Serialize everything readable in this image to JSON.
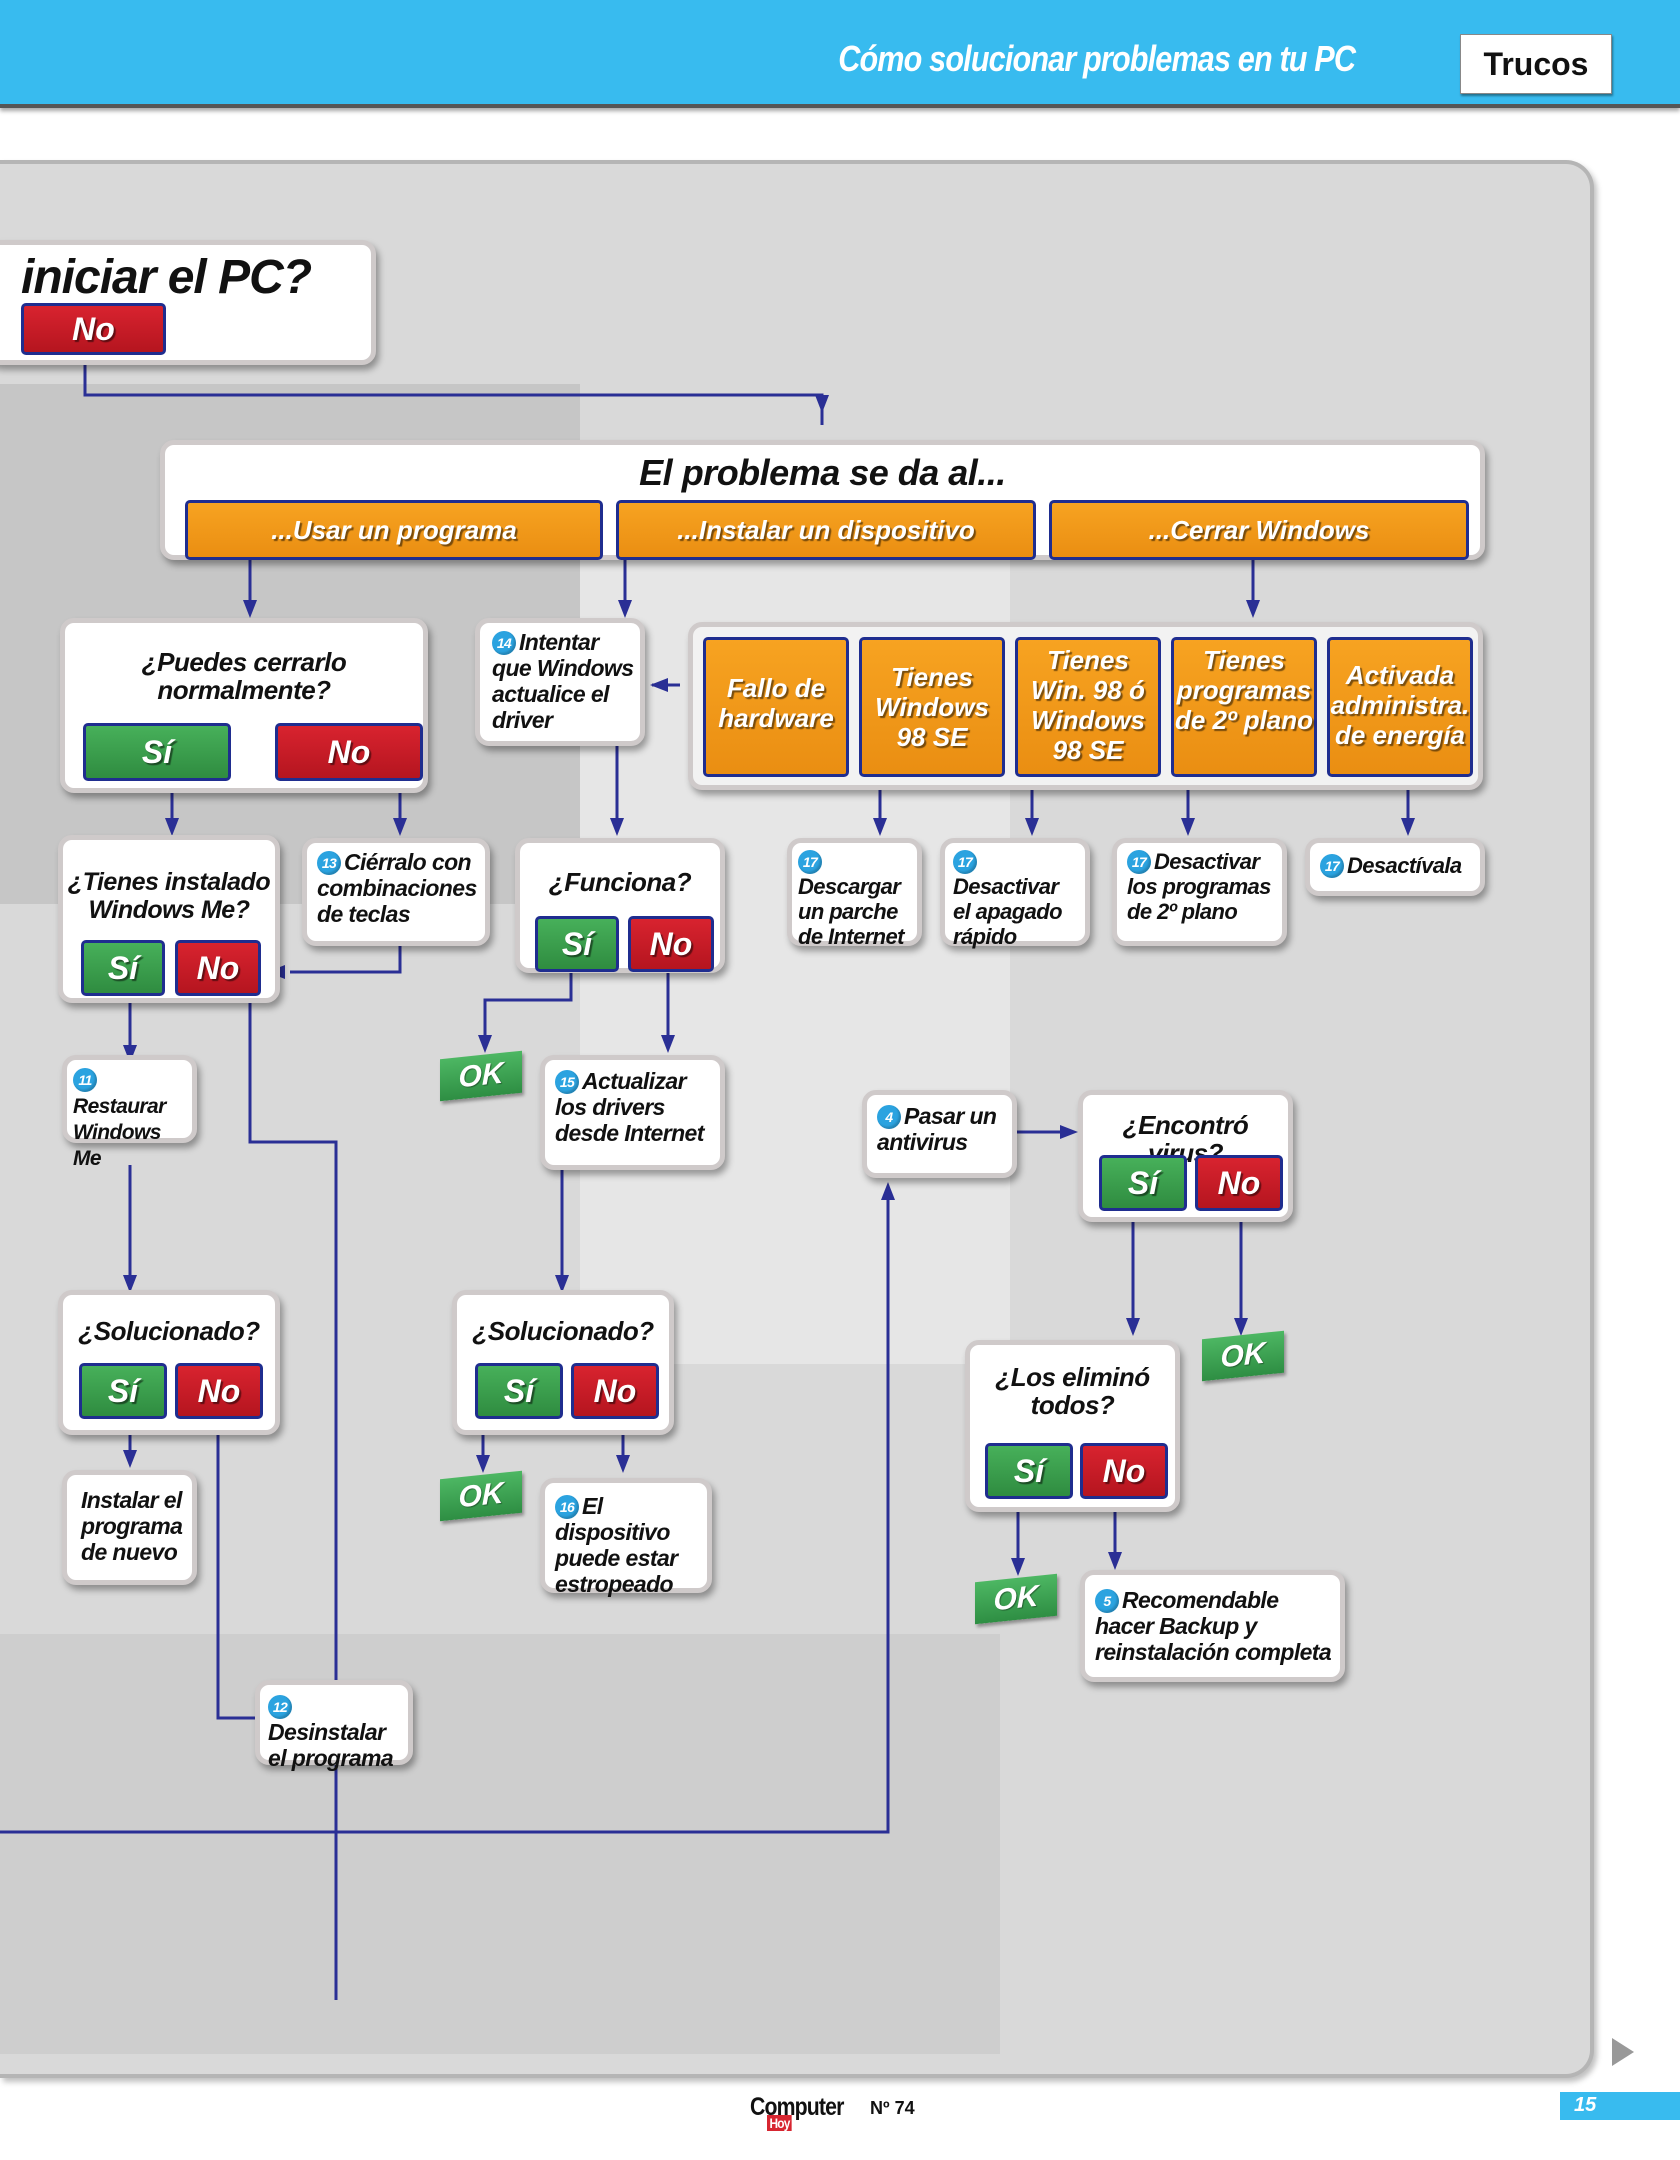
{
  "header": {
    "title": "Cómo solucionar problemas en tu PC",
    "section_tag": "Trucos",
    "bar_color": "#38bbef"
  },
  "flowchart": {
    "start": {
      "question": "iniciar el PC?",
      "no": "No"
    },
    "problem": {
      "title": "El problema se da al...",
      "options": [
        "...Usar un programa",
        "...Instalar un dispositivo",
        "...Cerrar Windows"
      ]
    },
    "close_normally": {
      "question": "¿Puedes cerrarlo normalmente?",
      "yes": "Sí",
      "no": "No"
    },
    "windows_update_driver": {
      "step": "14",
      "text": "Intentar que Windows actualice el driver"
    },
    "shutdown_causes": [
      "Fallo de hardware",
      "Tienes Windows 98 SE",
      "Tienes Win. 98 ó Windows 98 SE",
      "Tienes programas de 2º plano",
      "Activada administra. de energía"
    ],
    "shutdown_fixes": [
      {
        "step": "17",
        "text": "Descargar un parche de Internet"
      },
      {
        "step": "17",
        "text": "Desactivar el apagado rápido"
      },
      {
        "step": "17",
        "text": "Desactivar los programas de 2º plano"
      },
      {
        "step": "17",
        "text": "Desactívala"
      }
    ],
    "windows_me": {
      "question": "¿Tienes instalado Windows Me?",
      "yes": "Sí",
      "no": "No"
    },
    "key_combos": {
      "step": "13",
      "text": "Ciérralo con combinaciones de teclas"
    },
    "works": {
      "question": "¿Funciona?",
      "yes": "Sí",
      "no": "No"
    },
    "restore_me": {
      "step": "11",
      "text": "Restaurar Windows Me"
    },
    "ok_label": "OK",
    "update_drivers": {
      "step": "15",
      "text": "Actualizar los drivers desde Internet"
    },
    "antivirus": {
      "step": "4",
      "text": "Pasar un antivirus"
    },
    "virus_found": {
      "question": "¿Encontró virus?",
      "yes": "Sí",
      "no": "No"
    },
    "solved_left": {
      "question": "¿Solucionado?",
      "yes": "Sí",
      "no": "No"
    },
    "solved_mid": {
      "question": "¿Solucionado?",
      "yes": "Sí",
      "no": "No"
    },
    "removed_all": {
      "question": "¿Los eliminó todos?",
      "yes": "Sí",
      "no": "No"
    },
    "reinstall_program": {
      "text": "Instalar el programa de nuevo"
    },
    "device_broken": {
      "step": "16",
      "text": "El dispositivo puede estar estropeado"
    },
    "backup": {
      "step": "5",
      "text": "Recomendable hacer Backup y reinstalación completa"
    },
    "uninstall": {
      "step": "12",
      "text": "Desinstalar el programa"
    }
  },
  "footer": {
    "logo": "Computer",
    "logo_sub": "Hoy",
    "issue": "Nº 74",
    "page_number": "15"
  }
}
